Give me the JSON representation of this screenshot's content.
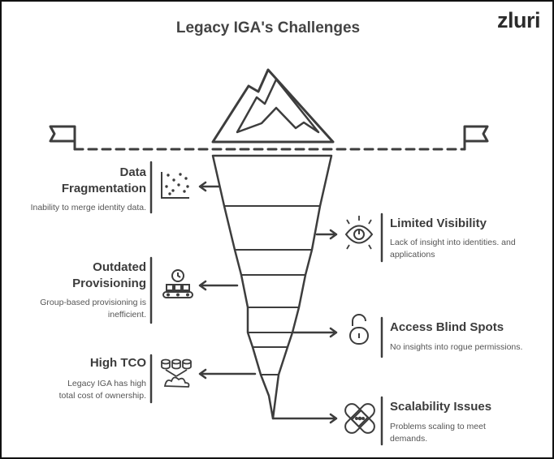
{
  "title": "Legacy IGA's Challenges",
  "logo": {
    "text": "zluri",
    "accent_color": "#f26a1b"
  },
  "left_items": [
    {
      "heading_line1": "Data",
      "heading_line2": "Fragmentation",
      "description": "Inability to merge identity data.",
      "icon": "scatter-plot-icon"
    },
    {
      "heading_line1": "Outdated",
      "heading_line2": "Provisioning",
      "description_line1": "Group-based provisioning is",
      "description_line2": "inefficient.",
      "icon": "conveyor-clock-icon"
    },
    {
      "heading_line1": "High TCO",
      "description_line1": "Legacy IGA has high",
      "description_line2": "total cost of ownership.",
      "icon": "coins-stack-icon"
    }
  ],
  "right_items": [
    {
      "heading": "Limited Visibility",
      "description_line1": "Lack of insight into identities. and",
      "description_line2": "applications",
      "icon": "eye-icon"
    },
    {
      "heading": "Access Blind Spots",
      "description": "No insights into rogue permissions.",
      "icon": "padlock-icon"
    },
    {
      "heading": "Scalability Issues",
      "description_line1": "Problems scaling to meet",
      "description_line2": "demands.",
      "icon": "bandages-icon"
    }
  ],
  "colors": {
    "stroke": "#3d3d3d",
    "text": "#3a3a3a"
  }
}
